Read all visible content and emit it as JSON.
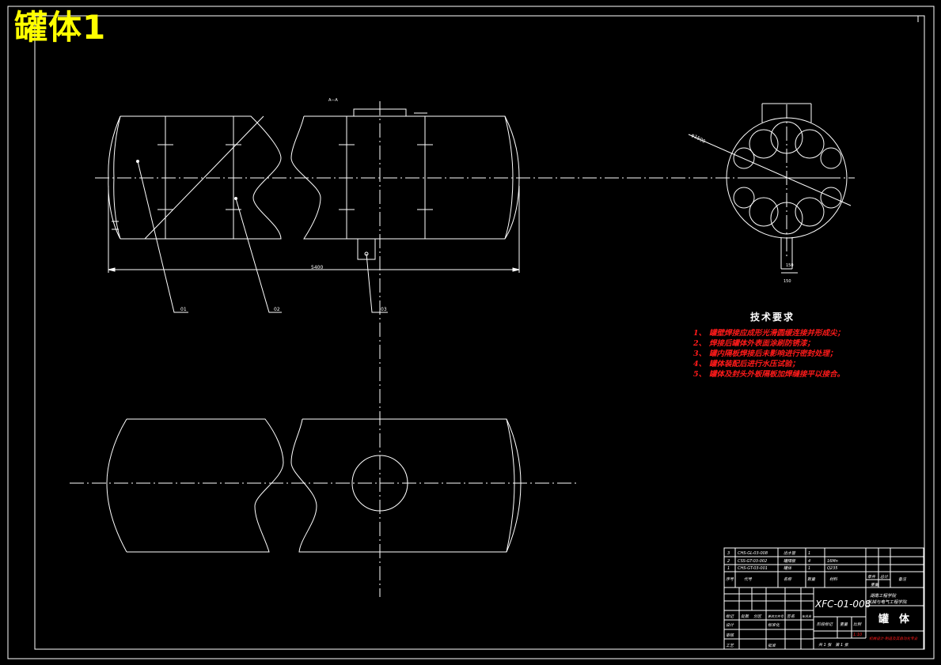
{
  "overlay_title": "罐体1",
  "technical_requirements": {
    "heading": "技术要求",
    "items": [
      {
        "num": "1、",
        "text": "罐壁焊接应成形光滑圆缓连接并形成尖；"
      },
      {
        "num": "2、",
        "text": "焊接后罐体外表面涂刷防锈漆；"
      },
      {
        "num": "3、",
        "text": "罐内隔板焊接后未影响进行密封处理；"
      },
      {
        "num": "4、",
        "text": "罐体装配后进行水压试验；"
      },
      {
        "num": "5、",
        "text": "罐体及封头外板隔板加焊缝接平以接合。"
      }
    ]
  },
  "dimensions": {
    "length": "5400",
    "diameter": "φ1500",
    "section_label": "A—A",
    "outlet_width": "150"
  },
  "part_balloons": [
    "01",
    "02",
    "03"
  ],
  "title_block": {
    "bom": [
      {
        "no": "3",
        "code": "CHS-GL-03-008",
        "name": "出水管",
        "qty": "1",
        "material": ""
      },
      {
        "no": "2",
        "code": "CSS-GT-03-002",
        "name": "罐隔板",
        "qty": "4",
        "material": "16Mn"
      },
      {
        "no": "1",
        "code": "CHS-GT-03-001",
        "name": "罐体",
        "qty": "1",
        "material": "Q235"
      }
    ],
    "bom_headers": {
      "no": "序号",
      "code": "代号",
      "name": "名称",
      "qty": "数量",
      "material": "材料",
      "single": "单件",
      "total": "总计",
      "weight": "重量",
      "remark": "备注"
    },
    "drawing_number": "XFC-01-008",
    "school_line1": "湖南工程学院",
    "school_line2": "机械与电气工程学院",
    "part_name": "罐　体",
    "labels": {
      "mark": "标记",
      "count": "处数",
      "zone": "分区",
      "change_doc": "更改文件号",
      "signature": "签名",
      "date": "年月日",
      "design": "设计",
      "standard": "标准化",
      "review": "审核",
      "process": "工艺",
      "approve": "批准",
      "stage_mark": "阶段标记",
      "weight": "重量",
      "scale": "比例",
      "scale_value": "1:10",
      "sheets": "共 1 张　第 1 张",
      "footer": "机械设计-制造及其自动化专业"
    }
  },
  "colors": {
    "background": "#000000",
    "line": "#ffffff",
    "overlay_title": "#ffff00",
    "tech_text": "#ff1a1a",
    "footer_text": "#ff1a1a"
  }
}
